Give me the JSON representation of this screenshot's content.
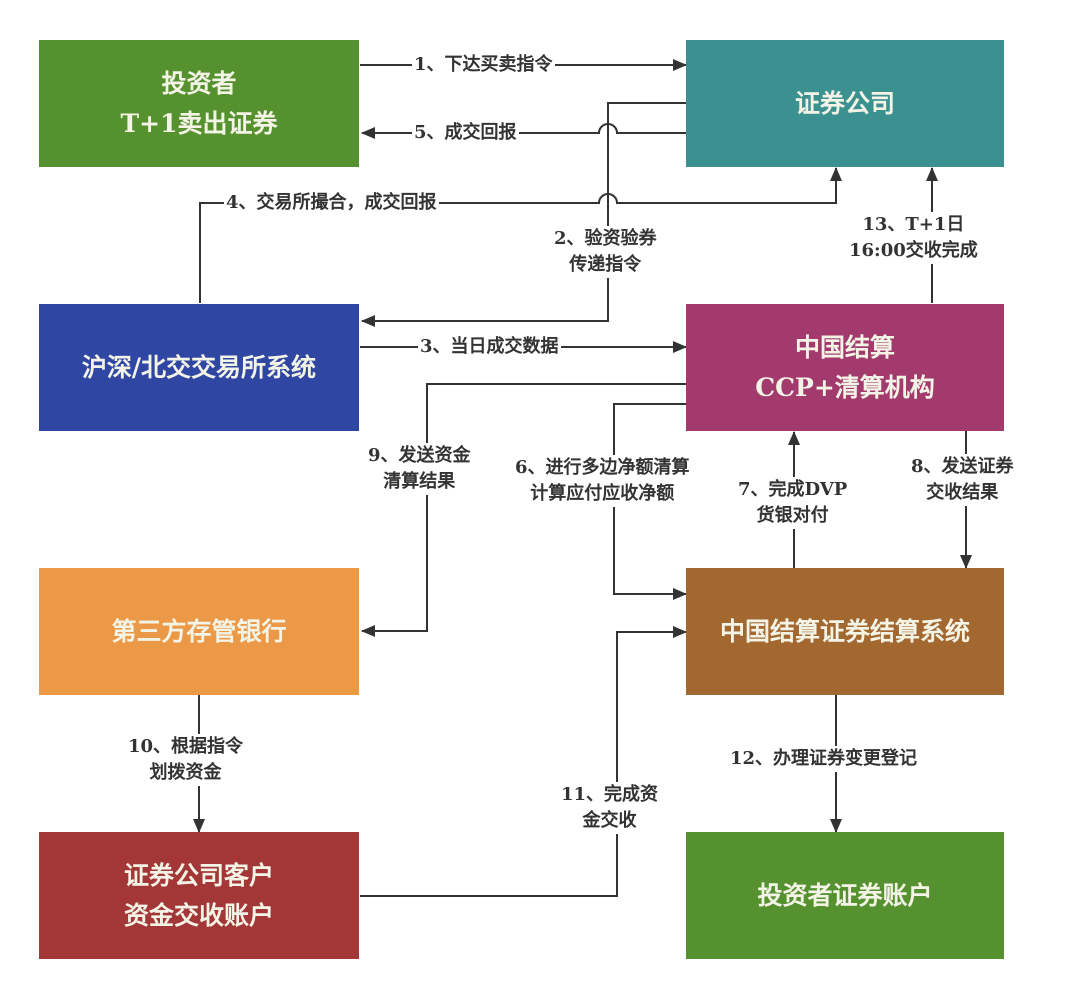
{
  "nodes": {
    "investor": {
      "label": "投资者\nT+1卖出证券",
      "color": "#55922f"
    },
    "broker": {
      "label": "证券公司",
      "color": "#3a9190"
    },
    "exchange": {
      "label": "沪深/北交交易所系统",
      "color": "#2f47a3"
    },
    "ccp": {
      "label": "中国结算\nCCP+清算机构",
      "color": "#a33a6e"
    },
    "custodian_bank": {
      "label": "第三方存管银行",
      "color": "#ec9947"
    },
    "settlement_system": {
      "label": "中国结算证券结算系统",
      "color": "#a36830"
    },
    "client_fund_account": {
      "label": "证券公司客户\n资金交收账户",
      "color": "#a33636"
    },
    "investor_securities_account": {
      "label": "投资者证券账户",
      "color": "#55922f"
    }
  },
  "edges": [
    {
      "step": "1",
      "label": "1、下达买卖指令",
      "from": "investor",
      "to": "broker"
    },
    {
      "step": "2",
      "label": "2、验资验券\n传递指令",
      "from": "broker",
      "to": "exchange"
    },
    {
      "step": "3",
      "label": "3、当日成交数据",
      "from": "exchange",
      "to": "ccp"
    },
    {
      "step": "4",
      "label": "4、交易所撮合，成交回报",
      "from": "exchange",
      "to": "broker"
    },
    {
      "step": "5",
      "label": "5、成交回报",
      "from": "broker",
      "to": "investor"
    },
    {
      "step": "6",
      "label": "6、进行多边净额清算\n计算应付应收净额",
      "from": "ccp",
      "to": "settlement_system"
    },
    {
      "step": "7",
      "label": "7、完成DVP\n货银对付",
      "from": "settlement_system",
      "to": "ccp"
    },
    {
      "step": "8",
      "label": "8、发送证券\n交收结果",
      "from": "ccp",
      "to": "settlement_system"
    },
    {
      "step": "9",
      "label": "9、发送资金\n清算结果",
      "from": "ccp",
      "to": "custodian_bank"
    },
    {
      "step": "10",
      "label": "10、根据指令\n划拨资金",
      "from": "custodian_bank",
      "to": "client_fund_account"
    },
    {
      "step": "11",
      "label": "11、完成资\n金交收",
      "from": "client_fund_account",
      "to": "settlement_system"
    },
    {
      "step": "12",
      "label": "12、办理证券变更登记",
      "from": "settlement_system",
      "to": "investor_securities_account"
    },
    {
      "step": "13",
      "label": "13、T+1日\n16:00交收完成",
      "from": "ccp",
      "to": "broker"
    }
  ],
  "line_color": "#333333"
}
